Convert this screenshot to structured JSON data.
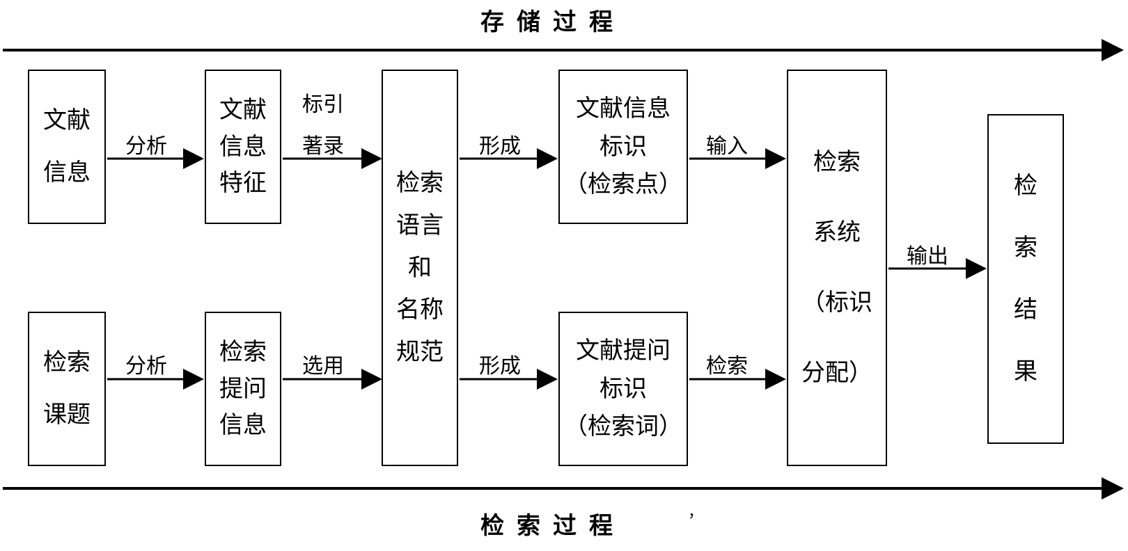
{
  "top_process": "存储过程",
  "bottom_process": "检索过程",
  "stray_mark": "，",
  "boxes": {
    "b1": [
      "文献",
      "信息"
    ],
    "b2": [
      "文献",
      "信息",
      "特征"
    ],
    "b3": [
      "检索",
      "课题"
    ],
    "b4": [
      "检索",
      "提问",
      "信息"
    ],
    "b5": [
      "检索",
      "语言",
      "和",
      "名称",
      "规范"
    ],
    "b6": [
      "文献信息",
      "标识",
      "（检索点）"
    ],
    "b7": [
      "文献提问",
      "标识",
      "（检索词）"
    ],
    "b8": [
      "检索",
      "系统",
      "（标识",
      "分配）"
    ],
    "b9": [
      "检",
      "索",
      "结",
      "果"
    ]
  },
  "labels": {
    "l1": "分析",
    "l2a": "标引",
    "l2b": "著录",
    "l3": "分析",
    "l4": "选用",
    "l5": "形成",
    "l6": "形成",
    "l7": "输入",
    "l8": "检索",
    "l9": "输出"
  }
}
